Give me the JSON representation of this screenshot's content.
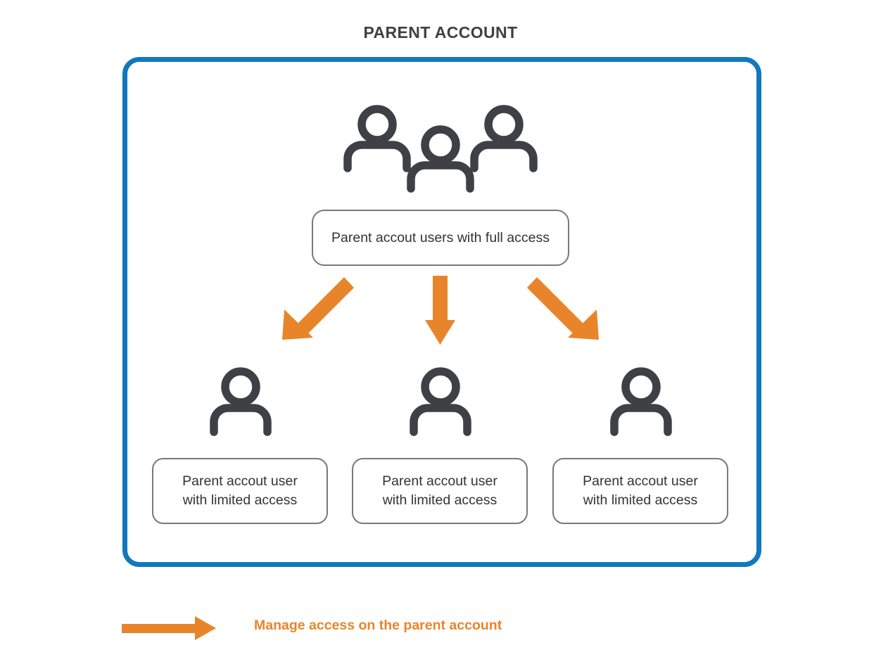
{
  "page": {
    "title": "PARENT ACCOUNT",
    "background": "#ffffff"
  },
  "colors": {
    "panel_border_blue": "#1278be",
    "arrow_orange": "#e8852b",
    "icon_charcoal": "#3f4045",
    "box_border_gray": "#78787d",
    "text_dark": "#333338",
    "title_text": "#3f4045"
  },
  "panel": {
    "name": "parent-account-panel",
    "primary_box": {
      "text": "Parent accout users with full access"
    },
    "top_icon_group": {
      "icon": "three-people-icon",
      "count": 3
    },
    "children": [
      {
        "icon": "person-icon",
        "line1": "Parent accout user",
        "line2": "with limited access"
      },
      {
        "icon": "person-icon",
        "line1": "Parent accout user",
        "line2": "with limited access"
      },
      {
        "icon": "person-icon",
        "line1": "Parent accout user",
        "line2": "with limited access"
      }
    ],
    "arrows": [
      {
        "name": "arrow-down-left",
        "direction": "down-left",
        "color": "#e8852b"
      },
      {
        "name": "arrow-down",
        "direction": "down",
        "color": "#e8852b"
      },
      {
        "name": "arrow-down-right",
        "direction": "down-right",
        "color": "#e8852b"
      }
    ]
  },
  "legend": {
    "icon": "arrow-right-icon",
    "text": "Manage access on the parent account",
    "color": "#e8852b"
  }
}
